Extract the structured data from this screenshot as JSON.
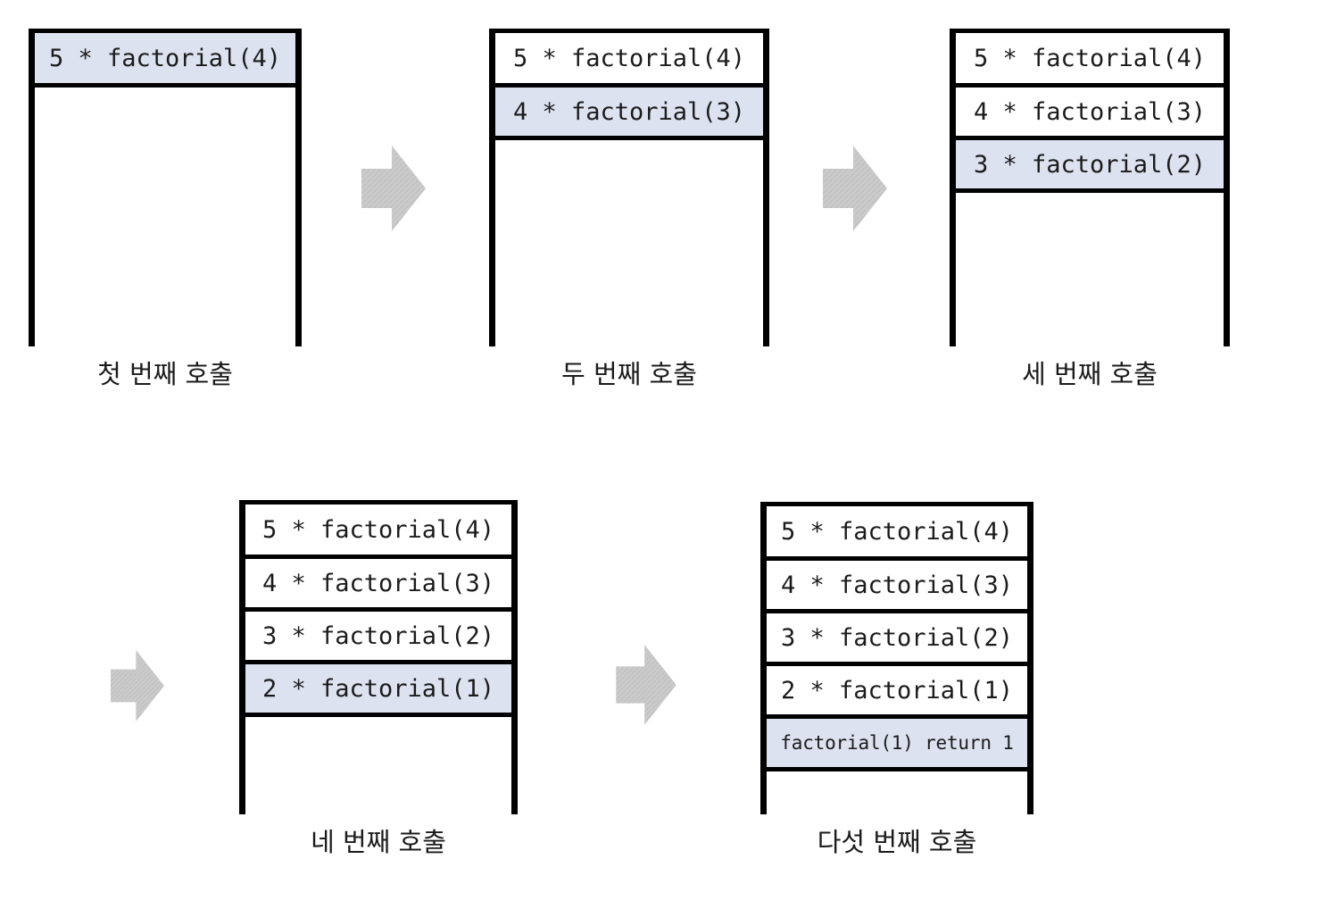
{
  "diagram": {
    "title": "factorial recursion call stack",
    "highlight_color": "#dce2ef",
    "border_color": "#000000",
    "arrow_color": "#c9c9c9",
    "background": "#ffffff",
    "arrow_icon_name": "right-block-arrow-icon"
  },
  "stacks": [
    {
      "id": "call-1",
      "label": "첫 번째 호출",
      "rows": [
        {
          "text": "5 * factorial(4)",
          "highlight": true
        }
      ],
      "empty_rows": 1
    },
    {
      "id": "call-2",
      "label": "두 번째 호출",
      "rows": [
        {
          "text": "5 * factorial(4)",
          "highlight": false
        },
        {
          "text": "4 * factorial(3)",
          "highlight": true
        }
      ],
      "empty_rows": 1
    },
    {
      "id": "call-3",
      "label": "세 번째 호출",
      "rows": [
        {
          "text": "5 * factorial(4)",
          "highlight": false
        },
        {
          "text": "4 * factorial(3)",
          "highlight": false
        },
        {
          "text": "3 * factorial(2)",
          "highlight": true
        }
      ],
      "empty_rows": 1
    },
    {
      "id": "call-4",
      "label": "네 번째 호출",
      "rows": [
        {
          "text": "5 * factorial(4)",
          "highlight": false
        },
        {
          "text": "4 * factorial(3)",
          "highlight": false
        },
        {
          "text": "3 * factorial(2)",
          "highlight": false
        },
        {
          "text": "2 * factorial(1)",
          "highlight": true
        }
      ],
      "empty_rows": 1
    },
    {
      "id": "call-5",
      "label": "다섯 번째 호출",
      "rows": [
        {
          "text": "5 * factorial(4)",
          "highlight": false
        },
        {
          "text": "4 * factorial(3)",
          "highlight": false
        },
        {
          "text": "3 * factorial(2)",
          "highlight": false
        },
        {
          "text": "2 * factorial(1)",
          "highlight": false
        },
        {
          "text": "factorial(1) return 1",
          "highlight": true,
          "small": true
        }
      ],
      "empty_rows": 1
    }
  ],
  "arrows": [
    {
      "id": "arrow-1-to-2"
    },
    {
      "id": "arrow-2-to-3"
    },
    {
      "id": "arrow-3-to-4"
    },
    {
      "id": "arrow-4-to-5"
    }
  ]
}
